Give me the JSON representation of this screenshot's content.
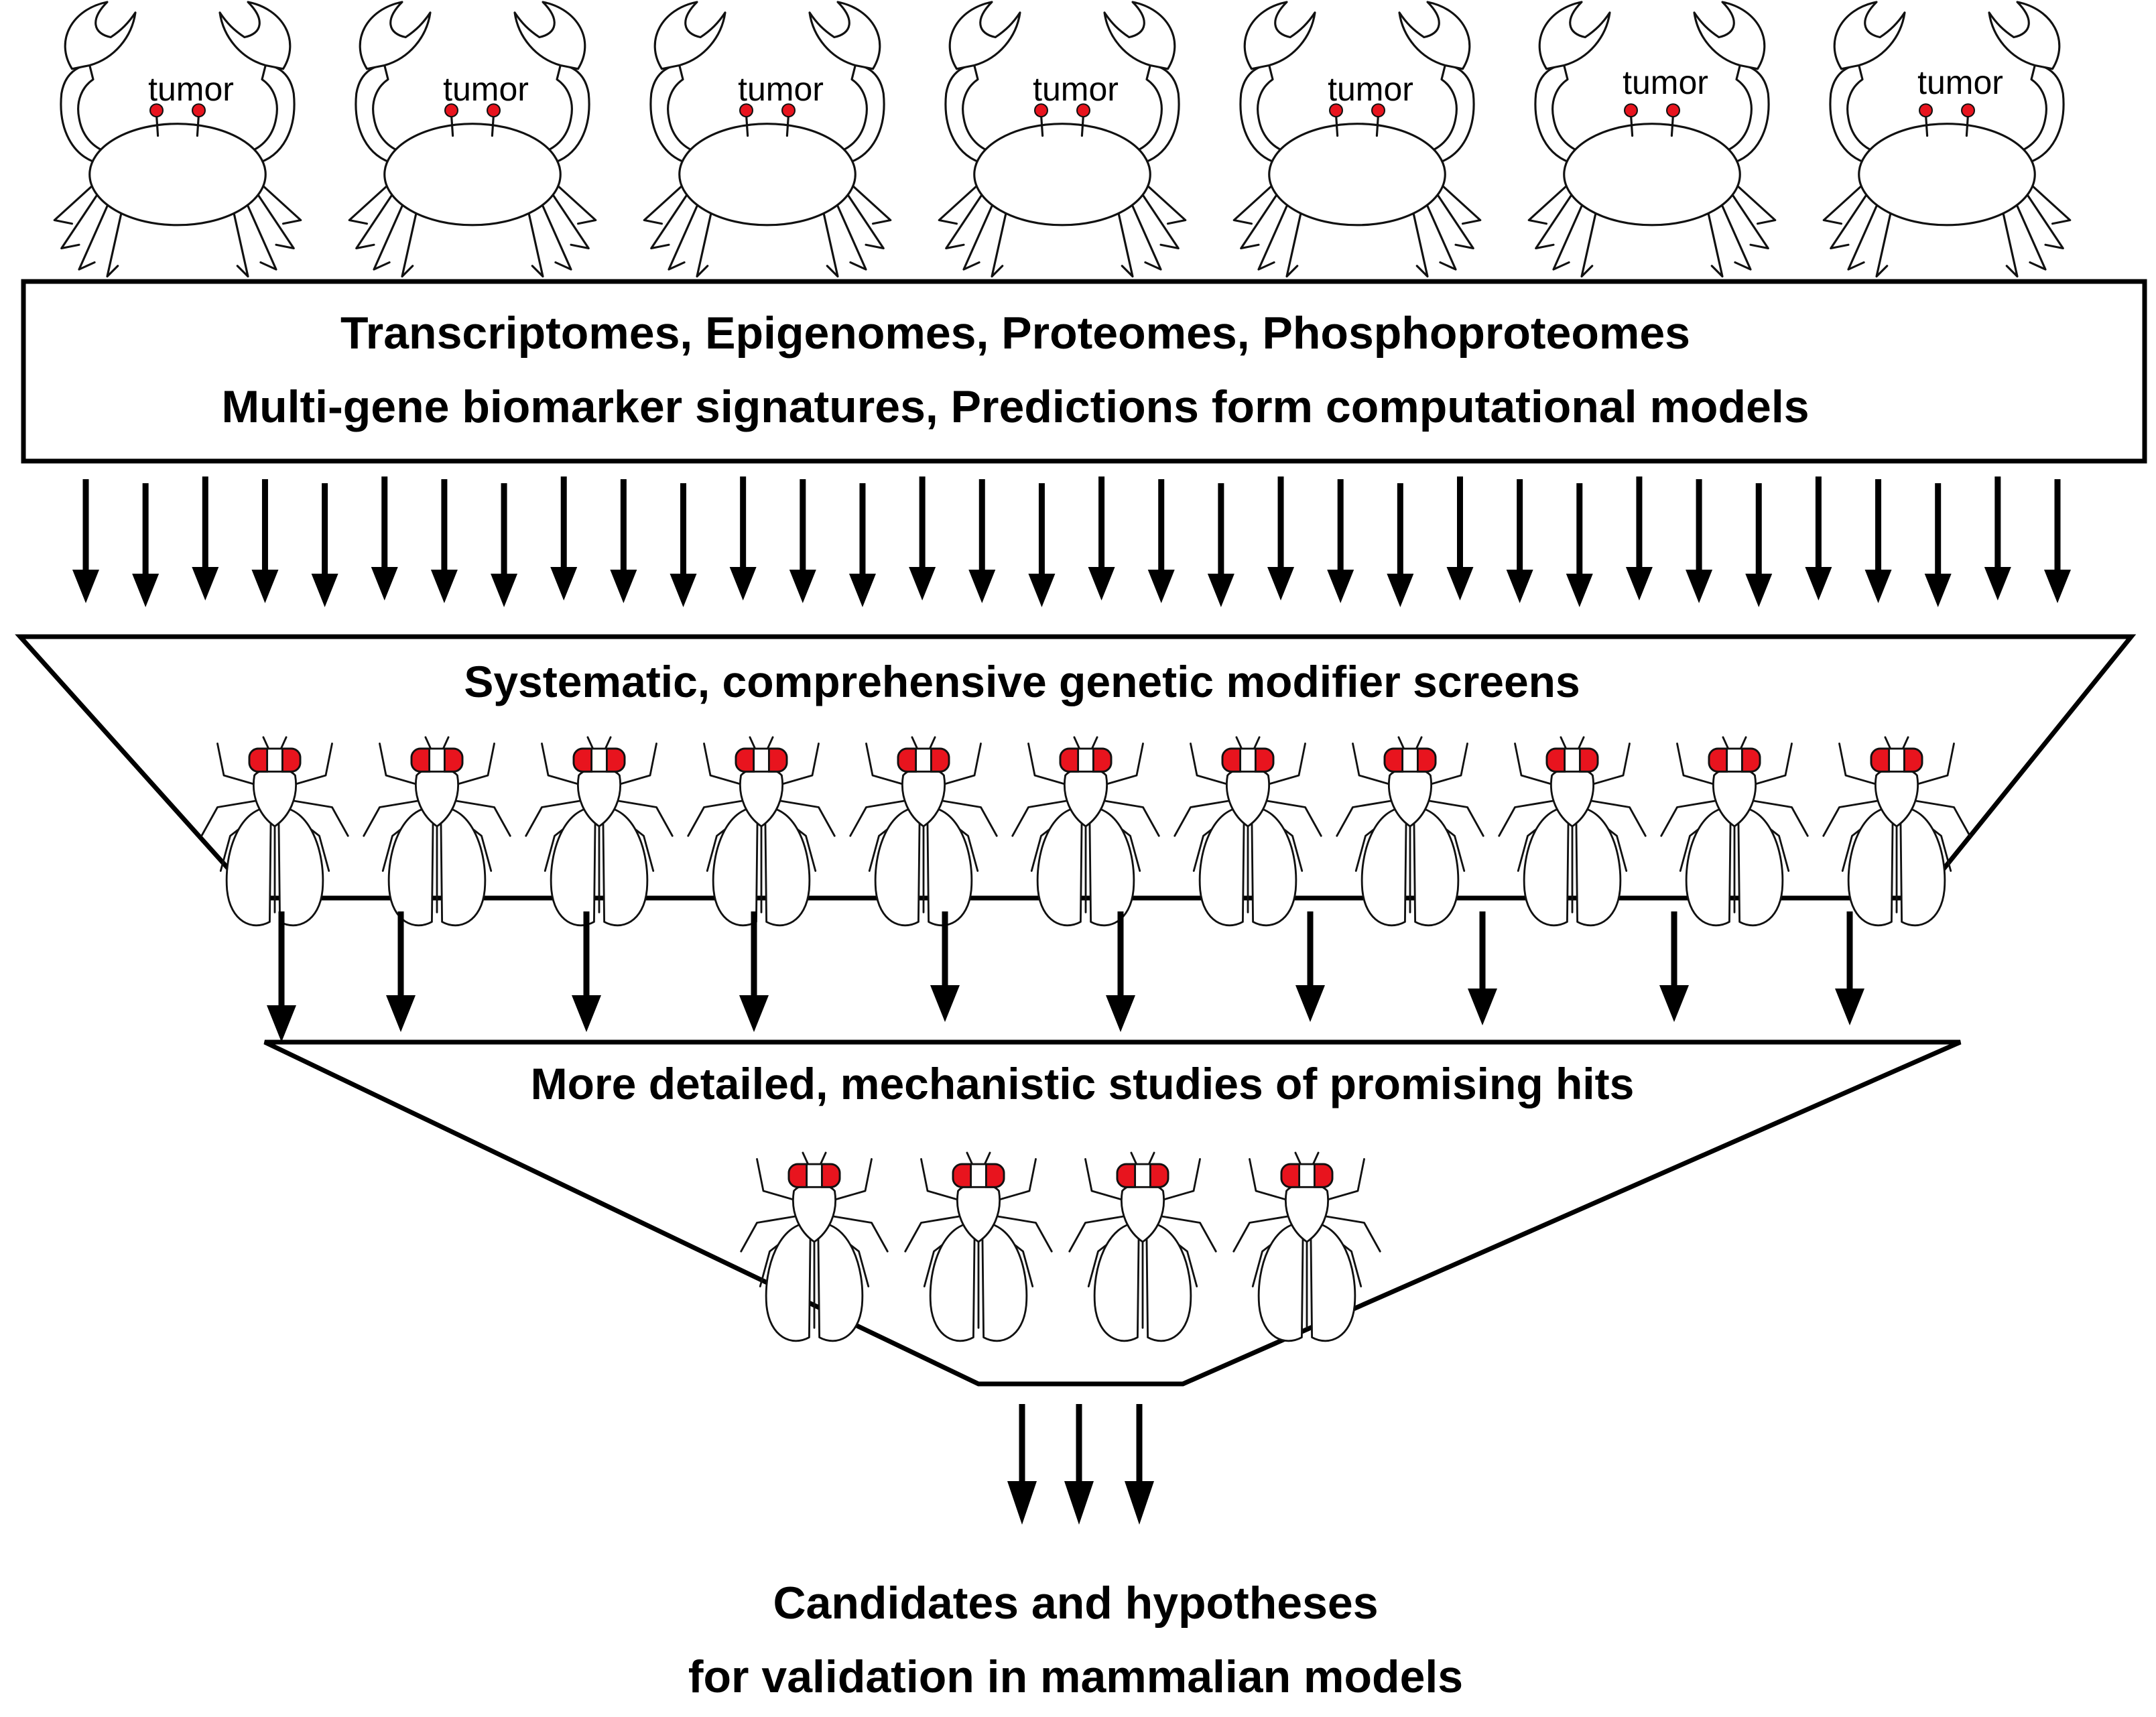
{
  "crab_label": "tumor",
  "crab_count": 7,
  "omics_box": {
    "line1": "Transcriptomes, Epigenomes, Proteomes, Phosphoproteomes",
    "line2": "Multi-gene biomarker signatures, Predictions form computational models"
  },
  "screen_stage": {
    "title": "Systematic, comprehensive genetic modifier screens",
    "fly_count": 11
  },
  "mechanistic_stage": {
    "title": "More detailed, mechanistic studies of promising hits",
    "fly_count": 4
  },
  "output": {
    "line1": "Candidates and hypotheses",
    "line2": "for validation in mammalian models"
  },
  "arrow_counts": {
    "from_omics": 34,
    "from_screen": 10,
    "to_output": 3
  },
  "colors": {
    "eye": "#e8141e",
    "ink": "#000000"
  }
}
